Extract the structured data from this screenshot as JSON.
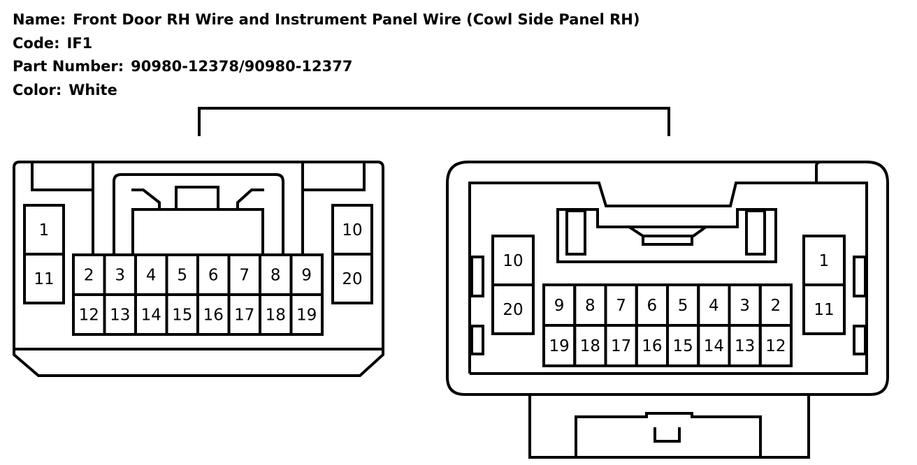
{
  "header": {
    "name_label": "Name:",
    "name_value": "Front Door RH Wire and Instrument Panel Wire (Cowl Side Panel RH)",
    "code_label": "Code:",
    "code_value": "IF1",
    "part_label": "Part Number:",
    "part_value": "90980-12378/90980-12377",
    "color_label": "Color:",
    "color_value": "White"
  },
  "left_connector": {
    "side_top_left": "1",
    "side_bottom_left": "11",
    "side_top_right": "10",
    "side_bottom_right": "20",
    "top_row": [
      "2",
      "3",
      "4",
      "5",
      "6",
      "7",
      "8",
      "9"
    ],
    "bottom_row": [
      "12",
      "13",
      "14",
      "15",
      "16",
      "17",
      "18",
      "19"
    ]
  },
  "right_connector": {
    "side_top_left": "10",
    "side_bottom_left": "20",
    "side_top_right": "1",
    "side_bottom_right": "11",
    "top_row": [
      "9",
      "8",
      "7",
      "6",
      "5",
      "4",
      "3",
      "2"
    ],
    "bottom_row": [
      "19",
      "18",
      "17",
      "16",
      "15",
      "14",
      "13",
      "12"
    ]
  }
}
